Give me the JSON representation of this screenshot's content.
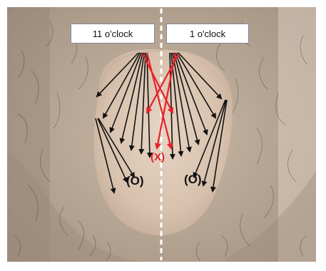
{
  "labels": {
    "left": "11 o'clock",
    "right": "1 o'clock"
  },
  "marks": {
    "left_ok": "(O)",
    "right_ok": "(O)",
    "center_wrong": "(X)"
  },
  "colors": {
    "correct_arrow": "#111111",
    "wrong_arrow": "#e8202a",
    "midline": "#ffffff"
  }
}
